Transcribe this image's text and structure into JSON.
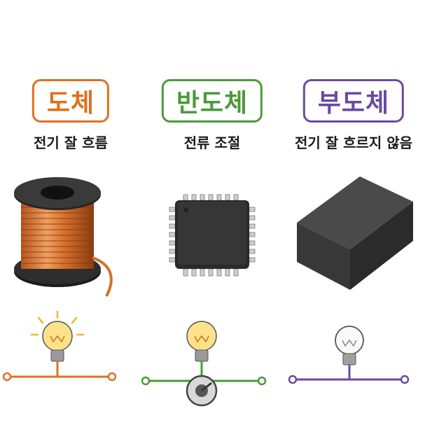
{
  "columns": [
    {
      "title": "도체",
      "subtitle": "전기 잘 흐름",
      "accent_color": "#e07020",
      "bulb_state": "lit",
      "illustration": "copper-wire-spool",
      "circuit_component": "none"
    },
    {
      "title": "반도체",
      "subtitle": "전류 조절",
      "accent_color": "#4a9a3a",
      "bulb_state": "lit",
      "illustration": "microchip",
      "circuit_component": "dial-control"
    },
    {
      "title": "부도체",
      "subtitle": "전기 잘 흐르지 않음",
      "accent_color": "#6a4aa0",
      "bulb_state": "unlit",
      "illustration": "insulator-block",
      "circuit_component": "none"
    }
  ]
}
